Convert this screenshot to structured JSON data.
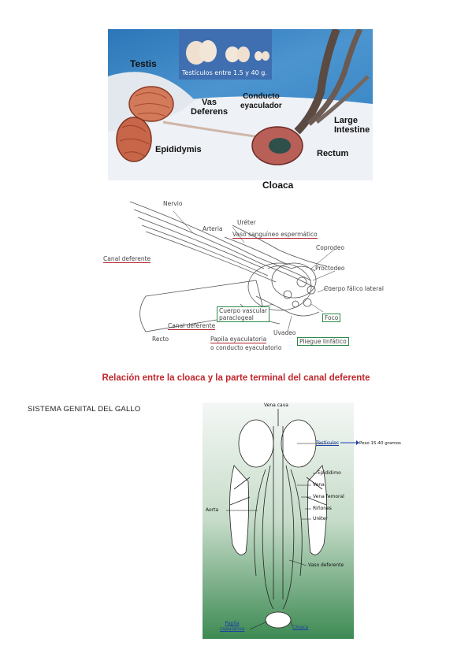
{
  "photo": {
    "inset_text": "Testículos entre 1.5 y 40 g.",
    "labels": {
      "testis": "Testis",
      "vas_deferens": "Vas\nDeferens",
      "conducto": "Conducto\neyaculador",
      "large_intestine": "Large\nIntestine",
      "epididymis": "Epididymis",
      "rectum": "Rectum",
      "cloaca": "Cloaca"
    }
  },
  "drawing": {
    "labels": {
      "nervio": "Nervio",
      "ureter": "Uréter",
      "arteria": "Arteria",
      "vaso_sanguineo": "Vaso sanguíneo espermático",
      "coprodeo": "Coprodeo",
      "canal_deferente_left": "Canal deferente",
      "proctodeo": "Proctodeo",
      "cuerpo_falico_lateral": "Cuerpo fálico lateral",
      "cuerpo_vascular": "Cuerpo vascular\nparaclogeal",
      "foco": "Foco",
      "canal_deferente_bottom": "Canal deferente",
      "uvadeo": "Uvadeo",
      "pliegue_linfatico": "Pliegue linfático",
      "recto": "Recto",
      "papila": "Papila eyaculatoria",
      "conducto_eyaculatorio": "o conducto eyaculatorio"
    }
  },
  "caption": "Relación entre la cloaca y la parte terminal del canal deferente",
  "section_title": "SISTEMA GENITAL DEL GALLO",
  "diagram": {
    "labels": {
      "vena_cava": "Vena cava",
      "testiculos": "Testículos",
      "epididimo": "Epidídimo",
      "vena": "Vena",
      "vena_femoral": "Vena femoral",
      "rinones": "Riñones",
      "ureter": "Uréter",
      "aorta": "Aorta",
      "vaso_deferente": "Vaso deferente",
      "papila": "Papila\ncopulativa",
      "cloaca": "Cloaca"
    },
    "weight_note": "Peso 15-40 gramos"
  },
  "colors": {
    "caption_red": "#c0272d",
    "underline_red": "#b3232b",
    "box_green": "#2b8a4a",
    "photo_blue": "#2c76b8",
    "link_blue": "#1d3fa8"
  }
}
